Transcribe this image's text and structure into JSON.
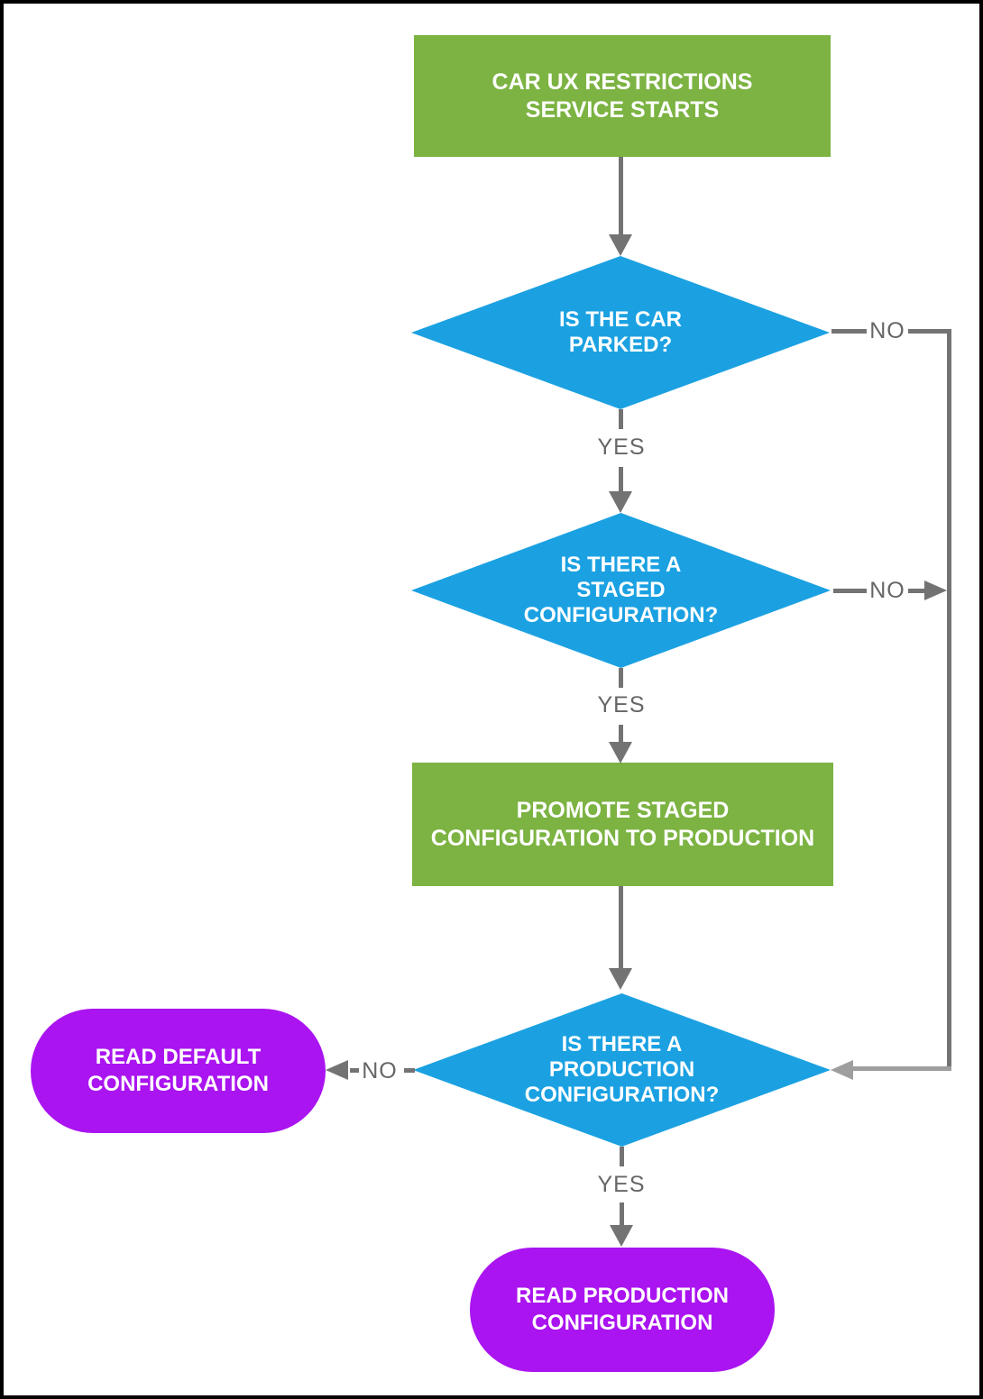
{
  "flow": {
    "nodes": [
      {
        "id": "service-starts",
        "shape": "rectangle",
        "fill": "#7CB342",
        "lines": [
          "CAR UX RESTRICTIONS",
          "SERVICE STARTS"
        ]
      },
      {
        "id": "is-car-parked",
        "shape": "diamond",
        "fill": "#1BA1E2",
        "lines": [
          "IS THE CAR",
          "PARKED?"
        ]
      },
      {
        "id": "is-staged-configuration",
        "shape": "diamond",
        "fill": "#1BA1E2",
        "lines": [
          "IS THERE A",
          "STAGED",
          "CONFIGURATION?"
        ]
      },
      {
        "id": "promote-staged-configuration",
        "shape": "rectangle",
        "fill": "#7CB342",
        "lines": [
          "PROMOTE STAGED",
          "CONFIGURATION TO PRODUCTION"
        ]
      },
      {
        "id": "is-production-configuration",
        "shape": "diamond",
        "fill": "#1BA1E2",
        "lines": [
          "IS THERE A",
          "PRODUCTION",
          "CONFIGURATION?"
        ]
      },
      {
        "id": "read-default-configuration",
        "shape": "rounded",
        "fill": "#AA14F0",
        "lines": [
          "READ DEFAULT",
          "CONFIGURATION"
        ]
      },
      {
        "id": "read-production-configuration",
        "shape": "rounded",
        "fill": "#AA14F0",
        "lines": [
          "READ PRODUCTION",
          "CONFIGURATION"
        ]
      }
    ],
    "labels": {
      "parked_no": "NO",
      "parked_yes": "YES",
      "staged_no": "NO",
      "staged_yes": "YES",
      "production_no": "NO",
      "production_yes": "YES"
    },
    "colors": {
      "process_green": "#7CB342",
      "decision_blue": "#1BA1E2",
      "terminal_purple": "#AA14F0",
      "connector_gray": "#737373",
      "connector_light_gray": "#9E9E9E",
      "label_gray": "#666666",
      "node_text": "#FFFFFF",
      "border": "#000000",
      "background": "#FFFFFF"
    }
  }
}
